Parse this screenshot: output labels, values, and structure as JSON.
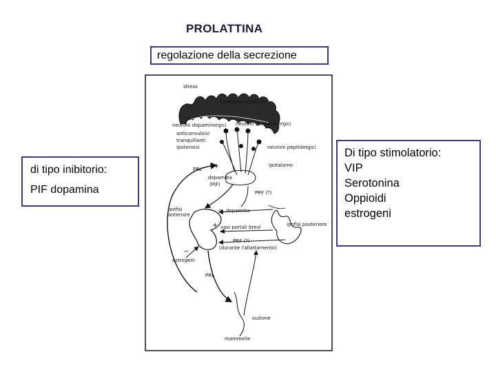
{
  "title": "PROLATTINA",
  "subtitle": "regolazione  della secrezione",
  "inhibitory": {
    "heading": "di tipo inibitorio:",
    "item": "PIF dopamina"
  },
  "stimulatory": {
    "heading": "Di tipo stimolatorio:",
    "items": [
      "VIP",
      "Serotonina",
      "Oppioidi",
      "estrogeni"
    ]
  },
  "figure": {
    "stress": "stress",
    "cortex": "corteccia cerebrale",
    "dopaminergic_neurons": "neuroni dopaminergici",
    "serotoninergic_neurons": "neuroni serotoninergici",
    "drugs": [
      "anticonvulsivi",
      "tranquillanti",
      "ipotensivi"
    ],
    "peptidergic_neurons": "neuroni peptidergici",
    "hypothalamus": "ipotalamo",
    "prl_top": "PRL",
    "dopamine_pif": [
      "dopamina",
      "(PIF)"
    ],
    "prf": "PRF (?)",
    "anterior_pituitary": [
      "ipofisi",
      "anteriore"
    ],
    "dopamine_arrow": "dopamina",
    "portal_vessels": "vasi portali brevi",
    "posterior_pituitary": "ipofisi posteriore",
    "prf_lactation": [
      "PRF (?)",
      "(durante l'allattamento)"
    ],
    "estrogens": "estrogeni",
    "prl_bottom": "PRL",
    "suction": "suzione",
    "breasts": "mammelle",
    "signs": [
      "+",
      "+",
      "−",
      "+",
      "−",
      "+",
      "+"
    ]
  }
}
